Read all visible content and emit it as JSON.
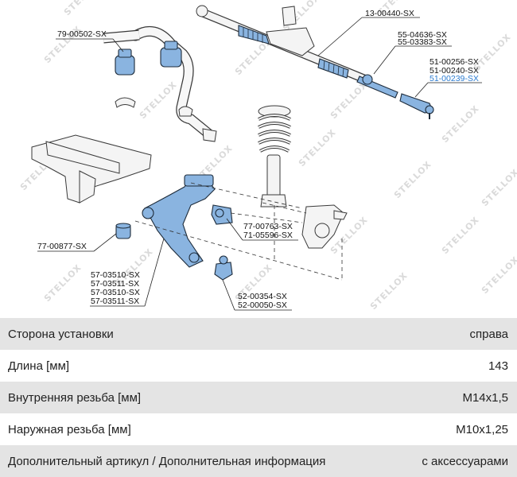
{
  "watermark": "STELLOX",
  "callouts": {
    "p1": "13-00440-SX",
    "p2": "55-04636-SX",
    "p3": "55-03383-SX",
    "p4": "51-00256-SX",
    "p5": "51-00240-SX",
    "p6": "51-00239-SX",
    "p7": "79-00502-SX",
    "p8": "77-00763-SX",
    "p9": "71-05596-SX",
    "p10": "77-00877-SX",
    "p11": "57-03510-SX",
    "p12": "57-03511-SX",
    "p13": "57-03510-SX",
    "p14": "57-03511-SX",
    "p15": "52-00354-SX",
    "p16": "52-00050-SX"
  },
  "highlight_color": "#8ab4e0",
  "specs": [
    {
      "label": "Сторона установки",
      "value": "справа"
    },
    {
      "label": "Длина [мм]",
      "value": "143"
    },
    {
      "label": "Внутренняя резьба [мм]",
      "value": "M14x1,5"
    },
    {
      "label": "Наружная резьба [мм]",
      "value": "M10x1,25"
    },
    {
      "label": "Дополнительный артикул / Дополнительная информация",
      "value": "с аксессуарами"
    }
  ]
}
